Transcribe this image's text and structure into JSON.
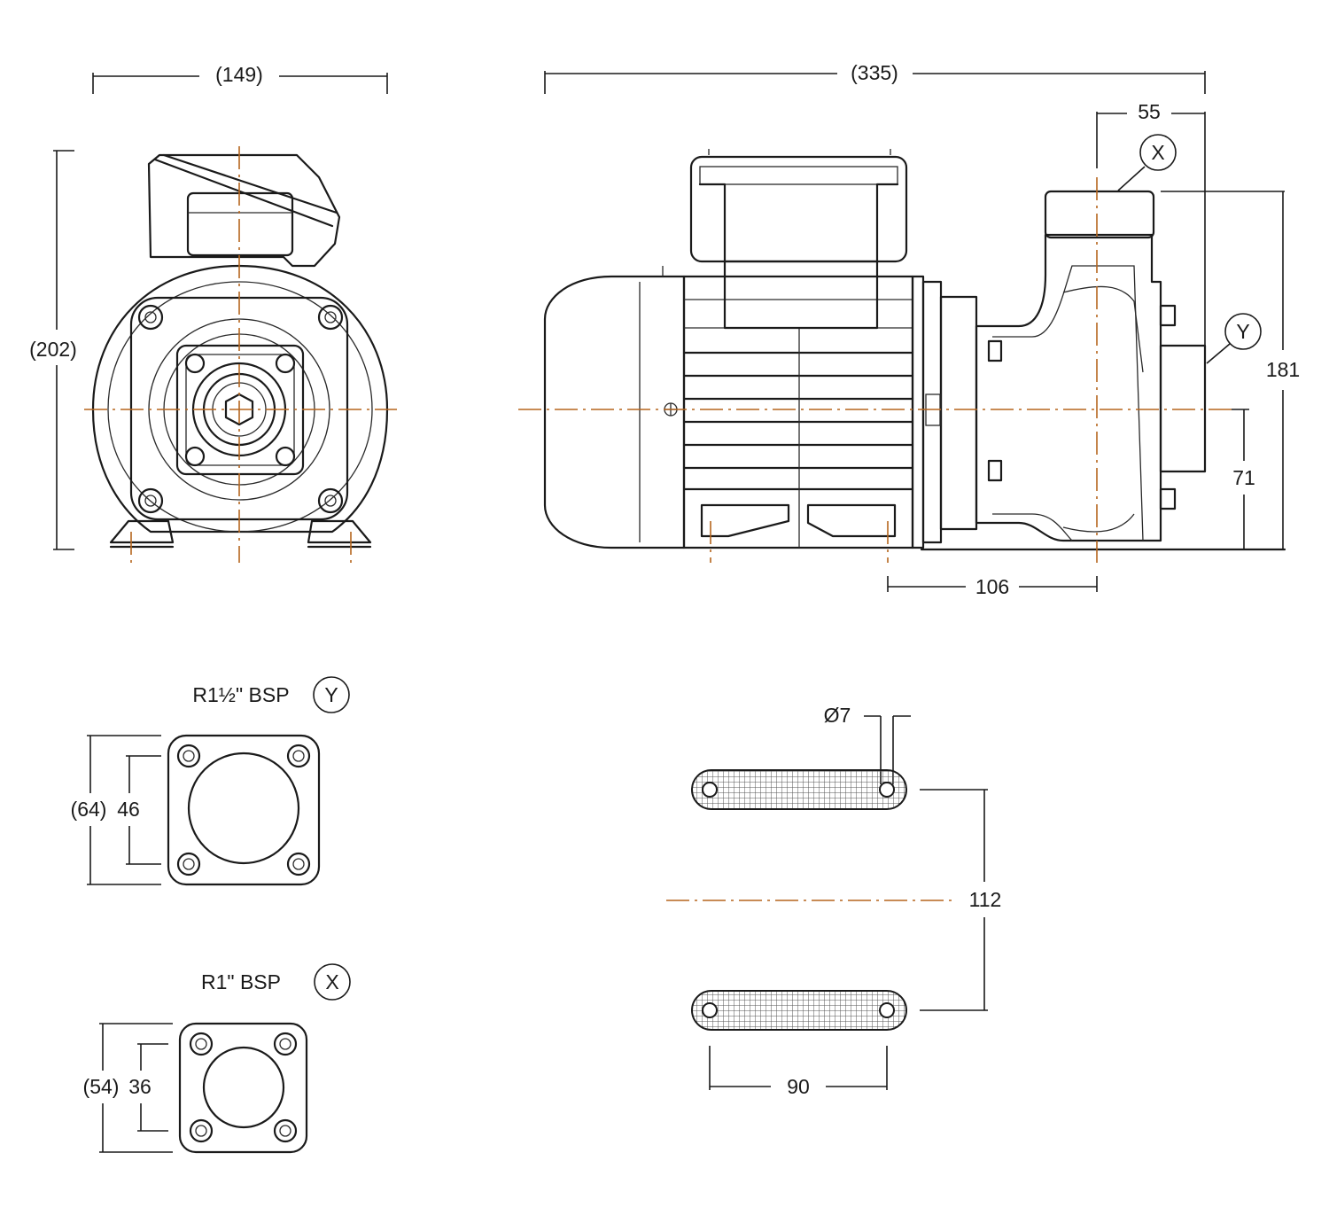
{
  "front_view": {
    "width_dim": "(149)",
    "height_dim": "(202)"
  },
  "side_view": {
    "length_dim": "(335)",
    "outlet_offset_dim": "55",
    "height_dim": "181",
    "axis_height_dim": "71",
    "foot_offset_dim": "106",
    "marker_x": "X",
    "marker_y": "Y"
  },
  "flange_y": {
    "title": "R1½\" BSP",
    "marker": "Y",
    "outer_dim": "(64)",
    "inner_dim": "46"
  },
  "flange_x": {
    "title": "R1\" BSP",
    "marker": "X",
    "outer_dim": "(54)",
    "inner_dim": "36"
  },
  "feet": {
    "hole_dim": "Ø7",
    "spacing_dim": "112",
    "length_dim": "90"
  }
}
